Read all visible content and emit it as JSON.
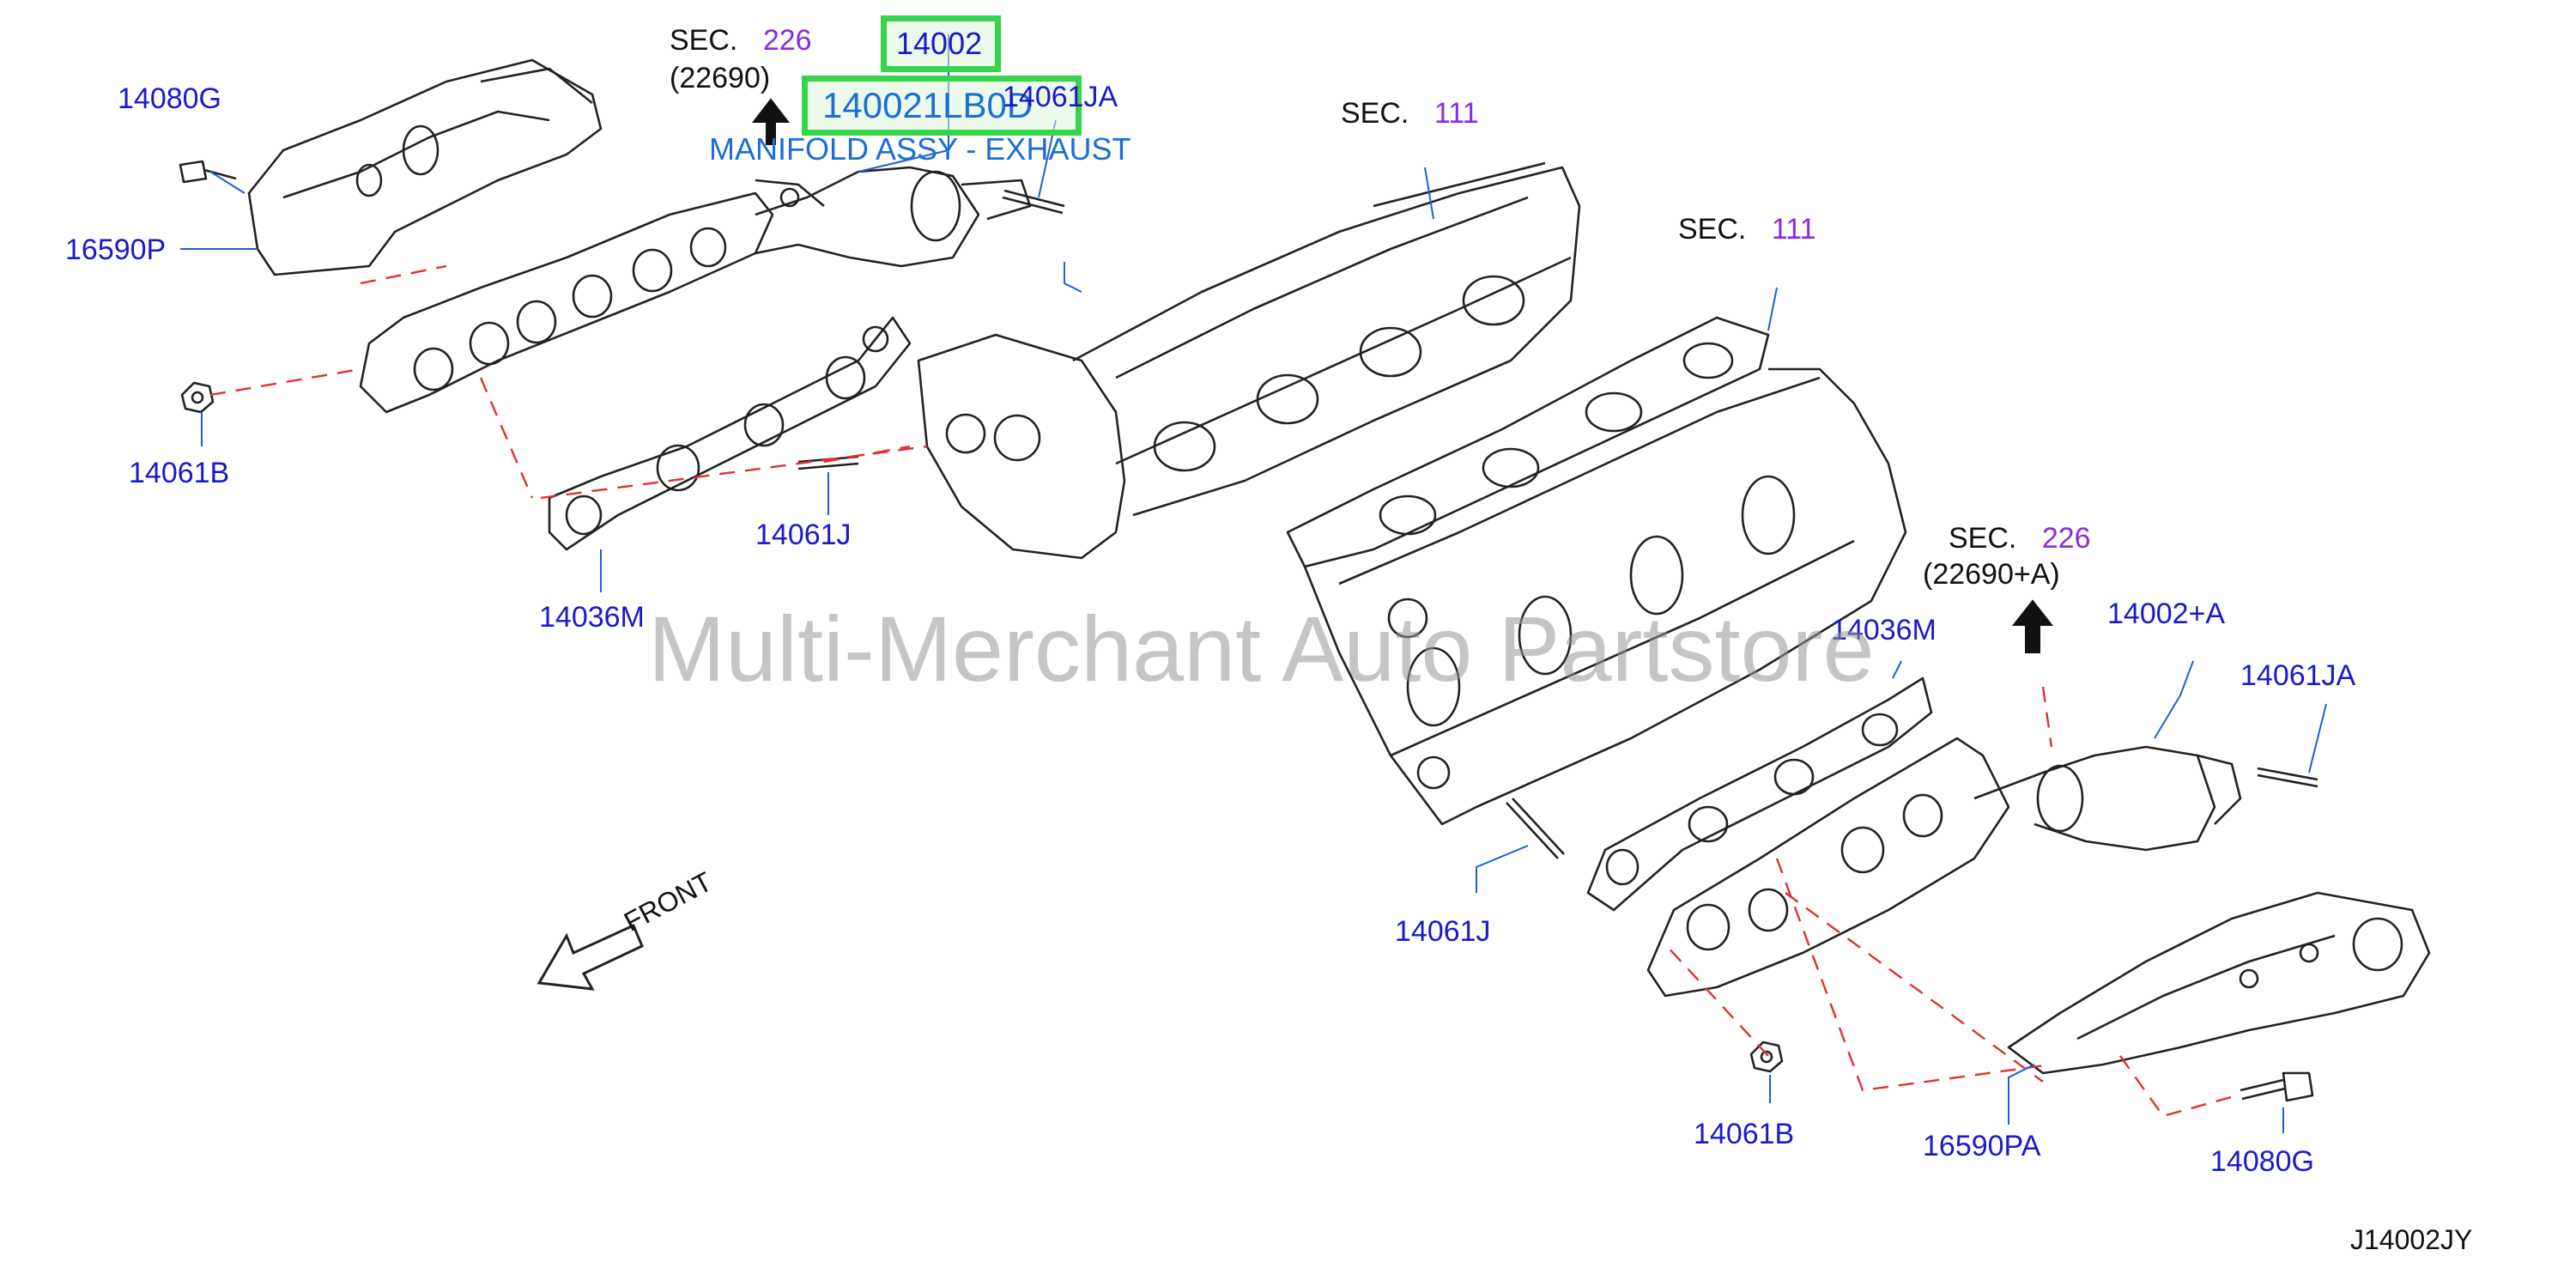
{
  "highlight": {
    "part_number": "14002",
    "sku": "140021LB0D",
    "part_name": "MANIFOLD ASSY - EXHAUST",
    "box_color": "#35d44a"
  },
  "sections": [
    {
      "prefix": "SEC.",
      "num": "226",
      "ref": "(22690)"
    },
    {
      "prefix": "SEC.",
      "num": "111"
    },
    {
      "prefix": "SEC.",
      "num": "111"
    },
    {
      "prefix": "SEC.",
      "num": "226",
      "ref": "(22690+A)"
    }
  ],
  "callouts": {
    "c14080G_left": "14080G",
    "c16590P": "16590P",
    "c14061B_left": "14061B",
    "c14061JA_top": "14061JA",
    "c14061J_left": "14061J",
    "c14036M_left": "14036M",
    "c14036M_right": "14036M",
    "c14002A": "14002+A",
    "c14061JA_right": "14061JA",
    "c14061J_right": "14061J",
    "c14061B_right": "14061B",
    "c16590PA": "16590PA",
    "c14080G_right": "14080G"
  },
  "front_label": "FRONT",
  "watermark": "Multi-Merchant Auto Partstore",
  "diagram_code": "J14002JY",
  "colors": {
    "callout": "#1a1acc",
    "section_num": "#8a2be2",
    "leader": "#1a5fd6",
    "dashed": "#e03030"
  }
}
